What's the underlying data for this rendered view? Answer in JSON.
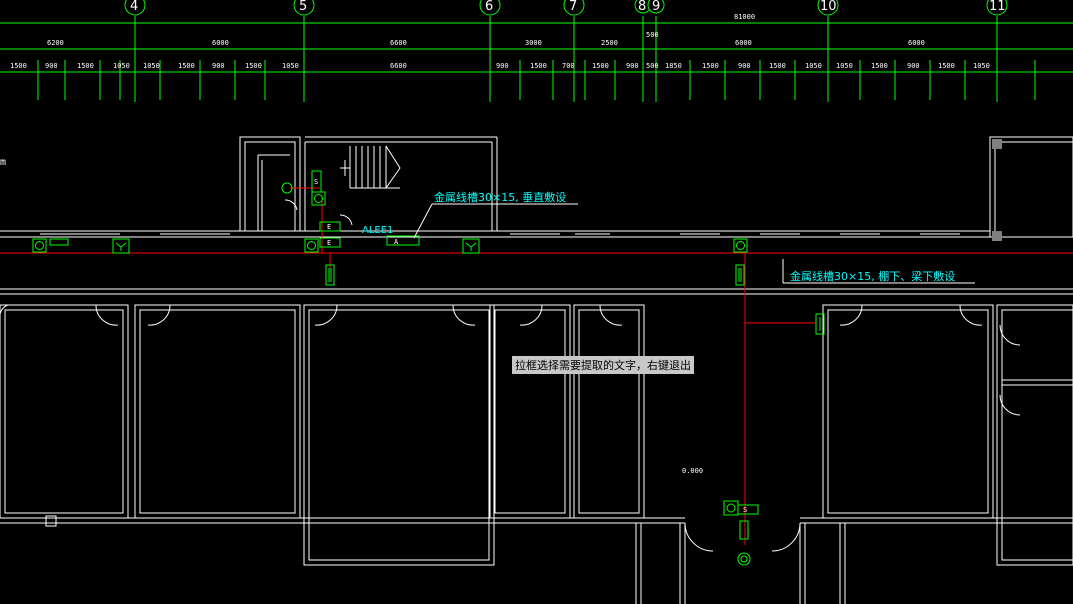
{
  "axes": [
    {
      "id": "axis-4",
      "label": "4"
    },
    {
      "id": "axis-5",
      "label": "5"
    },
    {
      "id": "axis-6",
      "label": "6"
    },
    {
      "id": "axis-7",
      "label": "7"
    },
    {
      "id": "axis-8",
      "label": "8"
    },
    {
      "id": "axis-9",
      "label": "9"
    },
    {
      "id": "axis-10",
      "label": "10"
    },
    {
      "id": "axis-11",
      "label": "11"
    }
  ],
  "dimensions": {
    "total": "81000",
    "row1": [
      "6200",
      "6000",
      "6600",
      "3000",
      "2500",
      "500",
      "6000",
      "6000"
    ],
    "row2": [
      "1500",
      "900",
      "1500",
      "1050",
      "1050",
      "1500",
      "900",
      "1500",
      "1050",
      "6600",
      "900",
      "1500",
      "700",
      "1500",
      "900",
      "500",
      "1850",
      "1500",
      "900",
      "1500",
      "1050",
      "1050",
      "1500",
      "900",
      "1500",
      "1050"
    ]
  },
  "annotations": {
    "tray_vertical": "金属线槽30×15, 垂直敷设",
    "tray_ceiling": "金属线槽30×15, 棚下、梁下敷设",
    "panel_label": "ALEE1",
    "box_a": "A",
    "box_e1": "E",
    "box_e2": "E",
    "box_s1": "S",
    "box_s2": "S",
    "left_mark": "m",
    "small_text": "0.000"
  },
  "tooltip": "拉框选择需要提取的文字，右键退出",
  "colors": {
    "grid": "#00ff00",
    "wall": "#ffffff",
    "wire": "#ff0000",
    "text": "#00ffff",
    "background": "#000000"
  }
}
